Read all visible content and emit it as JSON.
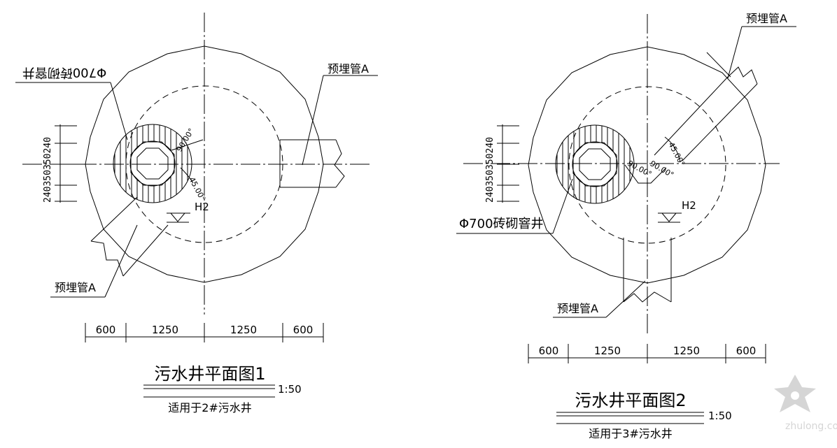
{
  "drawing1": {
    "title": "污水井平面图1",
    "scale": "1:50",
    "note": "适用于2#污水井",
    "label_manhole": "Φ700砖砌窨井",
    "label_pipe_top": "预埋管A",
    "label_pipe_bottom": "预埋管A",
    "level_mark": "H2",
    "angle_90": "90.00°",
    "angle_45": "45.00°",
    "dims_horizontal": [
      "600",
      "1250",
      "1250",
      "600"
    ],
    "dims_vertical": "240350350240"
  },
  "drawing2": {
    "title": "污水井平面图2",
    "scale": "1:50",
    "note": "适用于3#污水井",
    "label_manhole": "Φ700砖砌窨井",
    "label_pipe_top": "预埋管A",
    "label_pipe_bottom": "预埋管A",
    "level_mark": "H2",
    "angle_90": "90.00°",
    "angle_45": "45.00°",
    "dims_horizontal": [
      "600",
      "1250",
      "1250",
      "600"
    ],
    "dims_vertical": "240350350240"
  },
  "watermark": "zhulong.com"
}
